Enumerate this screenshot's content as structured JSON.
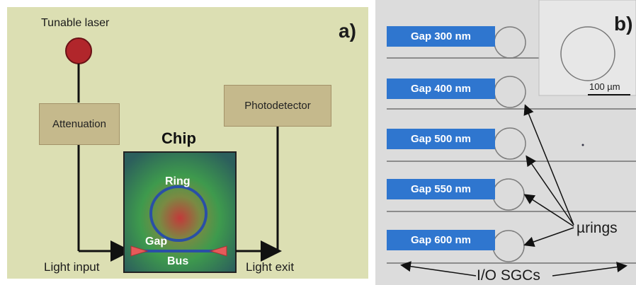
{
  "panel_a": {
    "panel_letter": "a)",
    "laser_label": "Tunable laser",
    "attenuation_label": "Attenuation",
    "photodetector_label": "Photodetector",
    "chip_title": "Chip",
    "ring_label": "Ring",
    "gap_label": "Gap",
    "bus_label": "Bus",
    "light_input_label": "Light input",
    "light_exit_label": "Light exit",
    "colors": {
      "background": "#dcdfb3",
      "laser": "#b1262b",
      "box": "#c5b98c",
      "chip_green": "#3e9a4d",
      "ring": "#2a4fa6",
      "taper": "#e65a5a"
    }
  },
  "panel_b": {
    "panel_letter": "b)",
    "gap_labels": [
      "Gap 300 nm",
      "Gap 400 nm",
      "Gap 500 nm",
      "Gap 550 nm",
      "Gap 600 nm"
    ],
    "scale_label": "100 µm",
    "rings_label": "µrings",
    "sgc_label": "I/O SGCs",
    "colors": {
      "label_bg": "#2f76cf",
      "label_text": "#ffffff",
      "background": "#dcdcdc"
    }
  }
}
